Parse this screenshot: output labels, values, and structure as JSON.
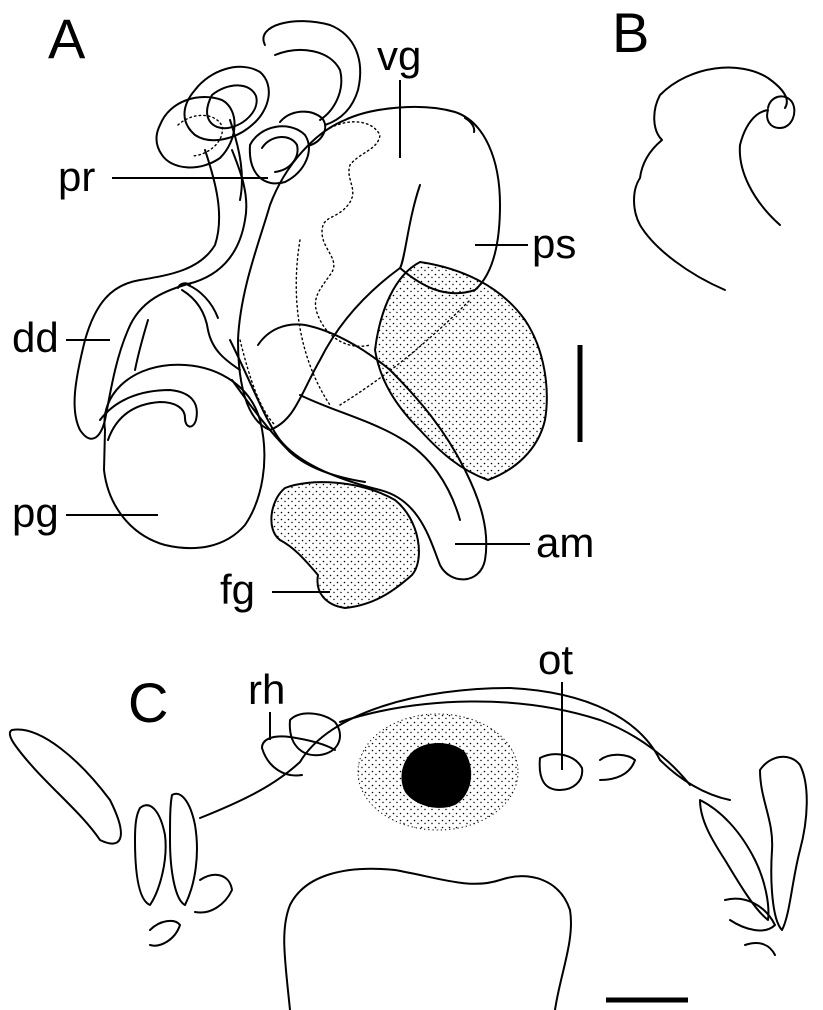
{
  "panels": {
    "a": "A",
    "b": "B",
    "c": "C"
  },
  "labels": {
    "vg": "vg",
    "pr": "pr",
    "ps": "ps",
    "dd": "dd",
    "pg": "pg",
    "am": "am",
    "fg": "fg",
    "rh": "rh",
    "ot": "ot"
  },
  "colors": {
    "line": "#000000",
    "background": "#ffffff"
  }
}
